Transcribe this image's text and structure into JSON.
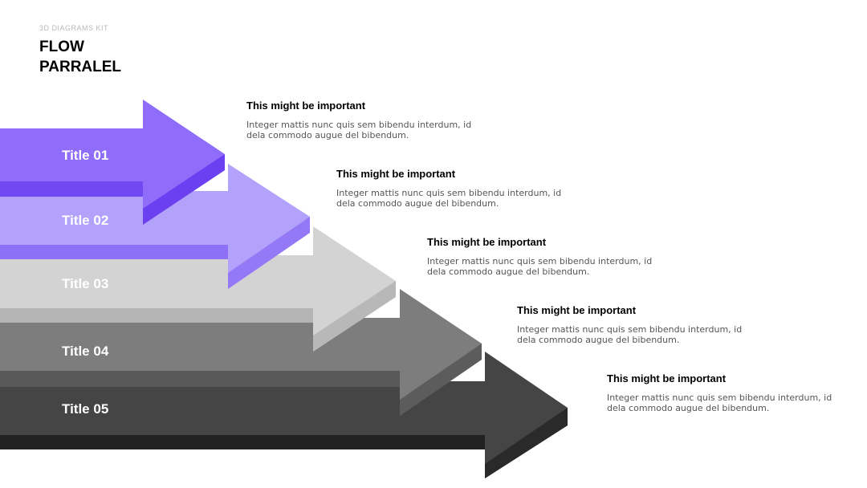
{
  "header": {
    "kit_label": "3D DIAGRAMS KIT",
    "title_line1": "FLOW",
    "title_line2": "PARRALEL"
  },
  "steps": [
    {
      "title": "Title 01",
      "heading": "This might be important",
      "body": "Integer mattis nunc quis sem bibendu interdum, id dela commodo augue del bibendum.",
      "colors": {
        "face": "#8f6cf9",
        "top": "#7a53f5",
        "side": "#6a40f0",
        "shadow": "#7049f2"
      }
    },
    {
      "title": "Title 02",
      "heading": "This might be important",
      "body": "Integer mattis nunc quis sem bibendu interdum, id dela commodo augue del bibendum.",
      "colors": {
        "face": "#b3a2fb",
        "top": "#a18cf8",
        "side": "#9478f5",
        "shadow": "#8d70f6"
      }
    },
    {
      "title": "Title 03",
      "heading": "This might be important",
      "body": "Integer mattis nunc quis sem bibendu interdum, id dela commodo augue del bibendum.",
      "colors": {
        "face": "#d3d3d3",
        "top": "#c8c8c8",
        "side": "#b8b8b8",
        "shadow": "#b5b5b5"
      }
    },
    {
      "title": "Title 04",
      "heading": "This might be important",
      "body": "Integer mattis nunc quis sem bibendu interdum, id dela commodo augue del bibendum.",
      "colors": {
        "face": "#7d7d7d",
        "top": "#6e6e6e",
        "side": "#5c5c5c",
        "shadow": "#595959"
      }
    },
    {
      "title": "Title 05",
      "heading": "This might be important",
      "body": "Integer mattis nunc quis sem bibendu interdum, id dela commodo augue del bibendum.",
      "colors": {
        "face": "#454545",
        "top": "#3a3a3a",
        "side": "#2a2a2a",
        "shadow": "#222222"
      }
    }
  ]
}
